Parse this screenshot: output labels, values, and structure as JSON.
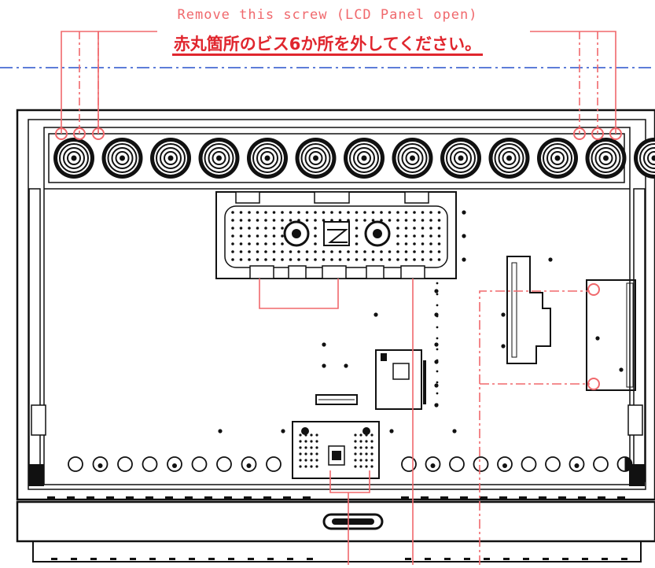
{
  "caption": {
    "english": "Remove this screw (LCD Panel open)",
    "japanese": "赤丸箇所のビス6か所を外してください。"
  },
  "colors": {
    "annotation": "#f0686c",
    "caption_jp": "#e0262e",
    "drawing": "#111111",
    "centerline": "#2952cc"
  },
  "diagram": {
    "fan_count": 13,
    "highlighted_screws": 6,
    "bottom_round_connectors": 19
  }
}
